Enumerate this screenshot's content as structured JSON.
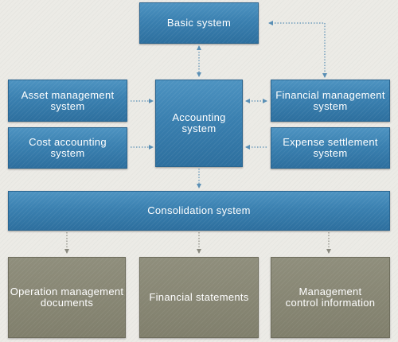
{
  "colors": {
    "process_box": "#3a80b0",
    "output_box": "#878673",
    "connector": "#5a8fb5",
    "background": "#ecebe6"
  },
  "nodes": {
    "basic_system": "Basic system",
    "asset_management": "Asset management\nsystem",
    "cost_accounting": "Cost accounting\nsystem",
    "accounting": "Accounting\nsystem",
    "financial_management": "Financial management\nsystem",
    "expense_settlement": "Expense settlement\nsystem",
    "consolidation": "Consolidation system",
    "operation_management_documents": "Operation management\ndocuments",
    "financial_statements": "Financial statements",
    "management_control_information": "Management\ncontrol information"
  }
}
